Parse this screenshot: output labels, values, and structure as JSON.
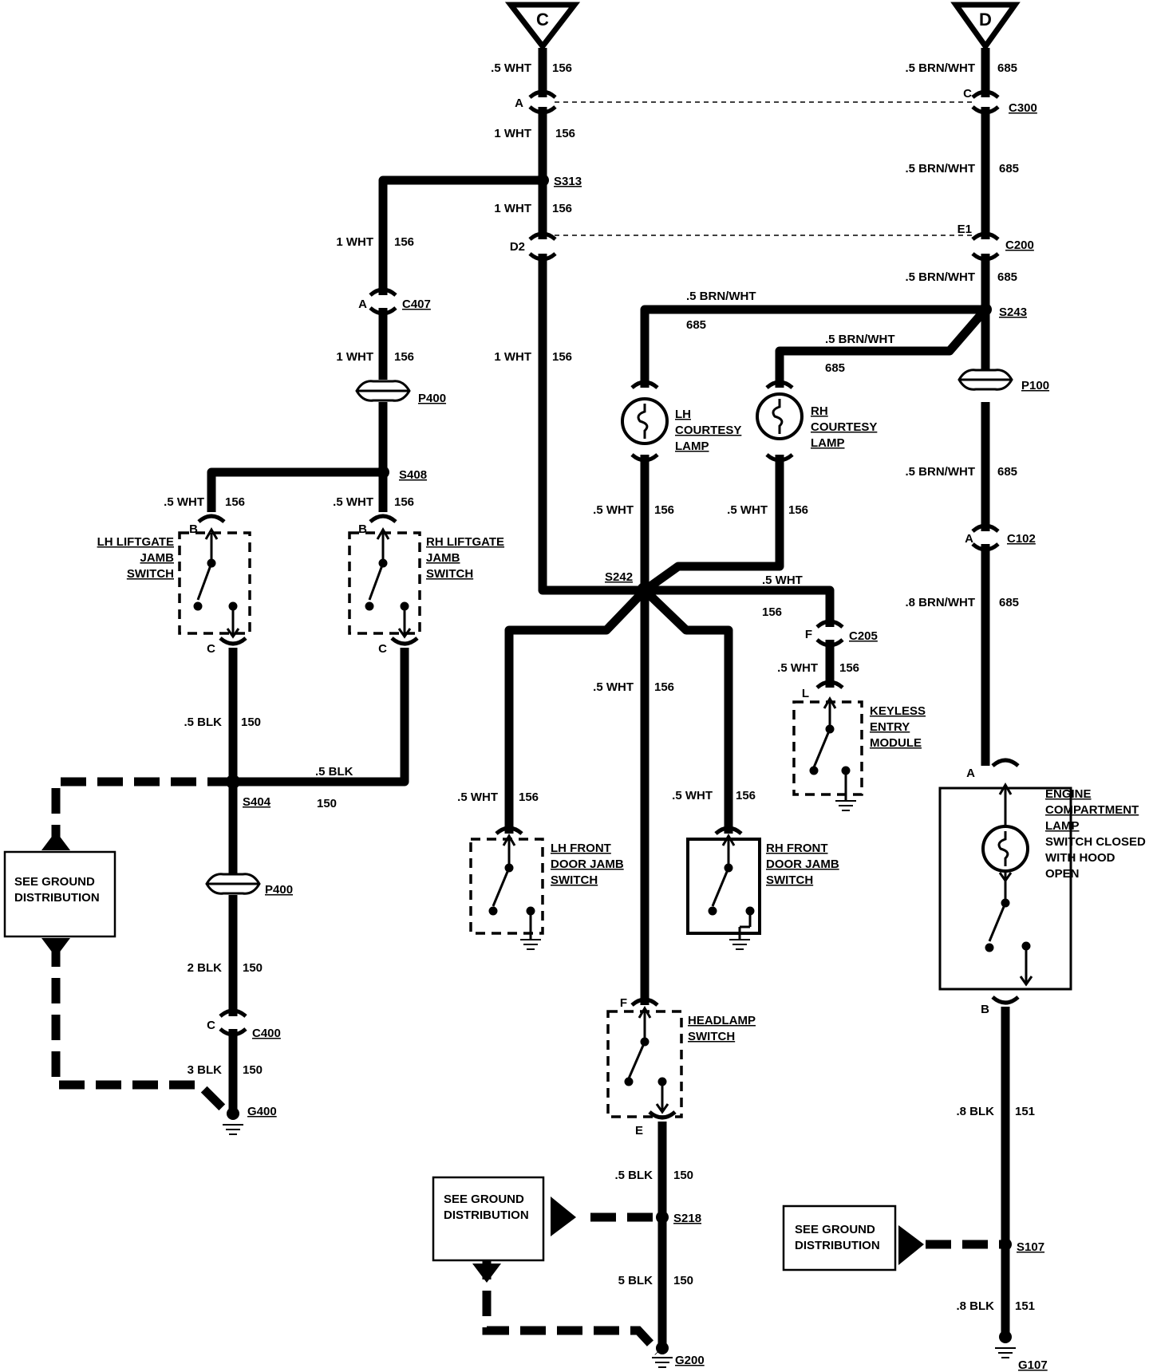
{
  "terminals": {
    "c": "C",
    "d": "D"
  },
  "connectors": {
    "c300": "C300",
    "c200": "C200",
    "c407": "C407",
    "c205": "C205",
    "c102": "C102",
    "c400": "C400"
  },
  "pass_through": {
    "p400_top": "P400",
    "p400_bottom": "P400",
    "p100": "P100"
  },
  "splices": {
    "s313": "S313",
    "s408": "S408",
    "s243": "S243",
    "s242": "S242",
    "s404": "S404",
    "s218": "S218",
    "s107": "S107"
  },
  "grounds": {
    "g400": "G400",
    "g200": "G200",
    "g107": "G107"
  },
  "pins": {
    "a_c300": "A",
    "c_c300": "C",
    "d2": "D2",
    "e1": "E1",
    "a_c407": "A",
    "b_lh": "B",
    "b_rh": "B",
    "c_lh": "C",
    "c_rh": "C",
    "f_c205": "F",
    "l_keyless": "L",
    "a_c102": "A",
    "a_engine": "A",
    "b_engine": "B",
    "c_c400": "C",
    "f_headlamp": "F",
    "e_headlamp": "E"
  },
  "wires": [
    {
      "id": "w1",
      "color": ".5 WHT",
      "circuit": "156"
    },
    {
      "id": "w2",
      "color": "1 WHT",
      "circuit": "156"
    },
    {
      "id": "w3",
      "color": "1 WHT",
      "circuit": "156"
    },
    {
      "id": "w4",
      "color": "1 WHT",
      "circuit": "156"
    },
    {
      "id": "w5",
      "color": "1 WHT",
      "circuit": "156"
    },
    {
      "id": "w6",
      "color": "1 WHT",
      "circuit": "156"
    },
    {
      "id": "w7",
      "color": ".5 WHT",
      "circuit": "156"
    },
    {
      "id": "w8",
      "color": ".5 WHT",
      "circuit": "156"
    },
    {
      "id": "w9",
      "color": ".5 BRN/WHT",
      "circuit": "685"
    },
    {
      "id": "w10",
      "color": ".5 BRN/WHT",
      "circuit": "685"
    },
    {
      "id": "w11",
      "color": ".5 BRN/WHT",
      "circuit": "685"
    },
    {
      "id": "w12",
      "color": ".5 BRN/WHT",
      "circuit": "685"
    },
    {
      "id": "w13",
      "color": ".5 BRN/WHT",
      "circuit": "685"
    },
    {
      "id": "w14",
      "color": ".5 BRN/WHT",
      "circuit": "685"
    },
    {
      "id": "w15",
      "color": ".8 BRN/WHT",
      "circuit": "685"
    },
    {
      "id": "w16",
      "color": ".5 WHT",
      "circuit": "156"
    },
    {
      "id": "w17",
      "color": ".5 WHT",
      "circuit": "156"
    },
    {
      "id": "w18",
      "color": ".5 WHT",
      "circuit": "156"
    },
    {
      "id": "w19",
      "color": ".5 WHT",
      "circuit": "156"
    },
    {
      "id": "w20",
      "color": ".5 WHT",
      "circuit": "156"
    },
    {
      "id": "w21",
      "color": ".5 WHT",
      "circuit": "156"
    },
    {
      "id": "w22",
      "color": ".5 WHT",
      "circuit": "156"
    },
    {
      "id": "w23",
      "color": ".5 BLK",
      "circuit": "150"
    },
    {
      "id": "w24",
      "color": ".5 BLK",
      "circuit": "150"
    },
    {
      "id": "w25",
      "color": "2 BLK",
      "circuit": "150"
    },
    {
      "id": "w26",
      "color": "3 BLK",
      "circuit": "150"
    },
    {
      "id": "w27",
      "color": ".5 BLK",
      "circuit": "150"
    },
    {
      "id": "w28",
      "color": "5 BLK",
      "circuit": "150"
    },
    {
      "id": "w29",
      "color": ".8 BLK",
      "circuit": "151"
    },
    {
      "id": "w30",
      "color": ".8 BLK",
      "circuit": "151"
    }
  ],
  "components": {
    "lh_courtesy": [
      "LH",
      "COURTESY",
      "LAMP"
    ],
    "rh_courtesy": [
      "RH",
      "COURTESY",
      "LAMP"
    ],
    "lh_liftgate": [
      "LH LIFTGATE",
      "JAMB",
      "SWITCH"
    ],
    "rh_liftgate": [
      "RH LIFTGATE",
      "JAMB",
      "SWITCH"
    ],
    "lh_front_door": [
      "LH FRONT",
      "DOOR JAMB",
      "SWITCH"
    ],
    "rh_front_door": [
      "RH FRONT",
      "DOOR JAMB",
      "SWITCH"
    ],
    "keyless": [
      "KEYLESS",
      "ENTRY",
      "MODULE"
    ],
    "headlamp": [
      "HEADLAMP",
      "SWITCH"
    ],
    "engine_lamp": [
      "ENGINE",
      "COMPARTMENT",
      "LAMP",
      "SWITCH CLOSED",
      "WITH HOOD",
      "OPEN"
    ]
  },
  "ground_dist": [
    "SEE GROUND",
    "DISTRIBUTION"
  ]
}
